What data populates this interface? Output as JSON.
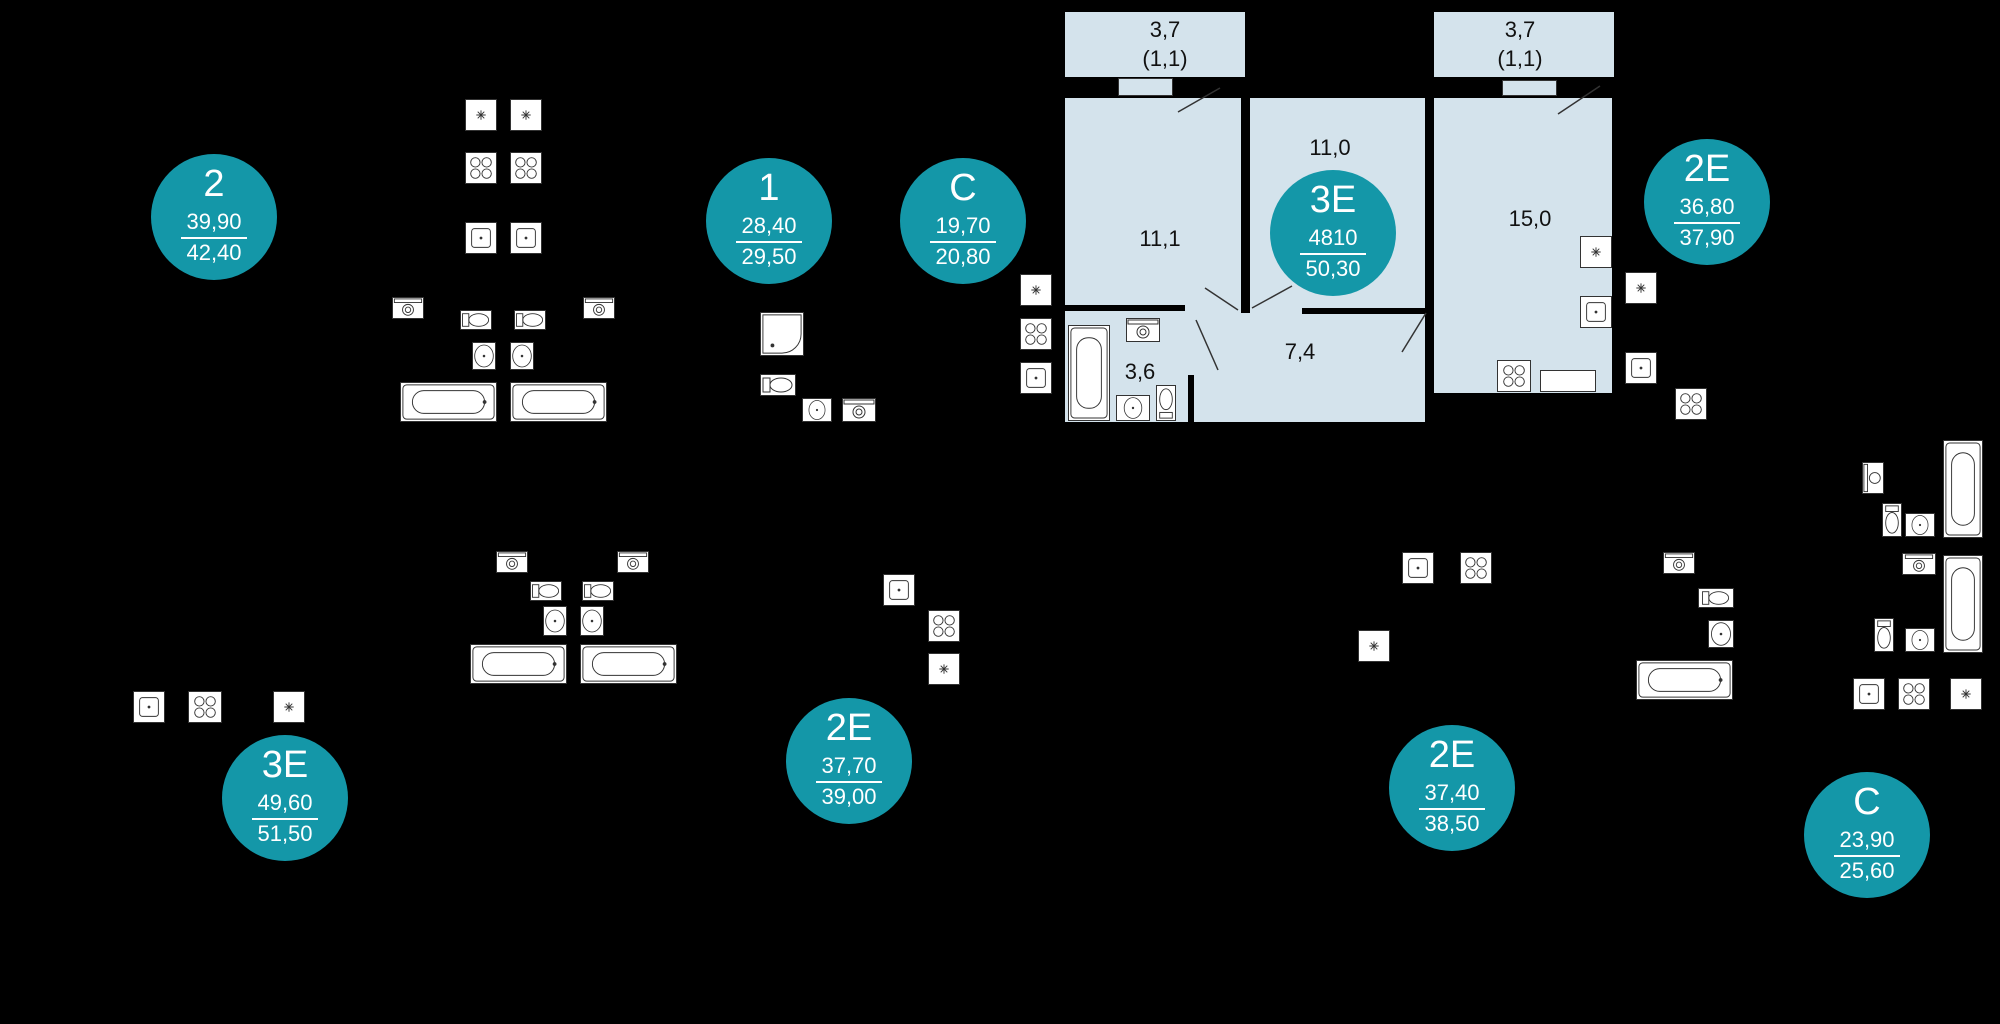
{
  "plan": {
    "balcony_left": {
      "area": "3,7",
      "sub": "(1,1)"
    },
    "balcony_right": {
      "area": "3,7",
      "sub": "(1,1)"
    },
    "rooms": {
      "room_left": "11,1",
      "room_middle": "11,0",
      "room_right": "15,0",
      "hall": "7,4",
      "bath": "3,6"
    }
  },
  "badges": [
    {
      "type": "2",
      "top": "39,90",
      "bottom": "42,40"
    },
    {
      "type": "1",
      "top": "28,40",
      "bottom": "29,50"
    },
    {
      "type": "С",
      "top": "19,70",
      "bottom": "20,80"
    },
    {
      "type": "3Е",
      "top": "4810",
      "bottom": "50,30"
    },
    {
      "type": "2Е",
      "top": "36,80",
      "bottom": "37,90"
    },
    {
      "type": "3Е",
      "top": "49,60",
      "bottom": "51,50"
    },
    {
      "type": "2Е",
      "top": "37,70",
      "bottom": "39,00"
    },
    {
      "type": "2Е",
      "top": "37,40",
      "bottom": "38,50"
    },
    {
      "type": "С",
      "top": "23,90",
      "bottom": "25,60"
    }
  ],
  "colors": {
    "background": "#000000",
    "room_fill": "#d4e3ec",
    "badge": "#1497a8"
  },
  "icons": [
    "fridge-icon",
    "stove-icon",
    "sink-icon",
    "washer-icon",
    "toilet-icon",
    "washbasin-icon",
    "bathtub-icon",
    "shower-icon"
  ]
}
